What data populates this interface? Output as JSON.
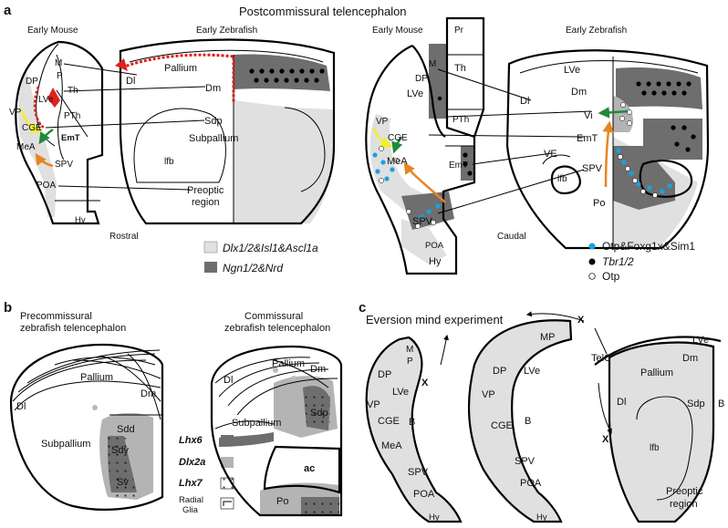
{
  "colors": {
    "light_gray": "#e0e0e0",
    "dark_gray": "#6e6e6e",
    "mid_gray": "#b4b4b4",
    "red": "#e0201b",
    "yellow": "#f2ef2a",
    "green": "#1e8a3a",
    "orange": "#e8851f",
    "blue": "#1aa0e0",
    "black": "#000000"
  },
  "panel_a": {
    "letter": "a",
    "title": "Postcommissural telencephalon",
    "rostral": {
      "mouse_title": "Early Mouse",
      "zebrafish_title": "Early Zebrafish",
      "mouse_labels": {
        "dp": "DP",
        "m": "M",
        "p": "P",
        "lve": "LVe",
        "th": "Th",
        "vp": "VP",
        "pth": "PTh",
        "cge": "CGE",
        "emt": "EmT",
        "mea": "MeA",
        "spv": "SPV",
        "poa": "POA",
        "hy": "Hy"
      },
      "zebrafish_labels": {
        "pallium": "Pallium",
        "dm": "Dm",
        "dl": "Dl",
        "sdp": "Sdp",
        "subpallium": "Subpallium",
        "lfb": "lfb",
        "preoptic_line1": "Preoptic",
        "preoptic_line2": "region"
      },
      "position": "Rostral"
    },
    "caudal": {
      "mouse_title": "Early Mouse",
      "zebrafish_title": "Early Zebrafish",
      "mouse_labels": {
        "pr": "Pr",
        "th": "Th",
        "m": "M",
        "dp": "DP",
        "lve": "LVe",
        "pth": "PTh",
        "vp": "VP",
        "cge": "CGE",
        "mea": "MeA",
        "emt": "EmT",
        "spv": "SPV",
        "poa": "POA",
        "hy": "Hy"
      },
      "zebrafish_labels": {
        "lve": "LVe",
        "dm": "Dm",
        "dl": "Dl",
        "vi": "Vi",
        "emt": "EmT",
        "ve": "VE",
        "lfb": "lfb",
        "spv": "SPV",
        "po": "Po"
      },
      "position": "Caudal"
    },
    "legend": {
      "genes_light": "Dlx1/2&Isl1&Ascl1a",
      "genes_dark": "Ngn1/2&Nrd",
      "dots_blue": "Otp&Foxg1x&Sim1",
      "dots_black": "Tbr1/2",
      "dots_white": "Otp"
    }
  },
  "panel_b": {
    "letter": "b",
    "precommissural_title_line1": "Precommissural",
    "precommissural_title_line2": "zebrafish telencephalon",
    "commissural_title_line1": "Commissural",
    "commissural_title_line2": "zebrafish telencephalon",
    "pre_labels": {
      "pallium": "Pallium",
      "dm": "Dm",
      "dl": "Dl",
      "subpallium": "Subpallium",
      "sdd": "Sdd",
      "sdv": "Sdv",
      "sv": "Sv"
    },
    "com_labels": {
      "dl": "Dl",
      "pallium": "Pallium",
      "dm": "Dm",
      "sdp": "Sdp",
      "subpallium": "Subpallium",
      "ac": "ac",
      "po": "Po"
    },
    "legend": {
      "lhx6": "Lhx6",
      "dlx2a": "Dlx2a",
      "lhx7": "Lhx7",
      "radial_line1": "Radial",
      "radial_line2": "Glia"
    }
  },
  "panel_c": {
    "letter": "c",
    "title": "Eversion mind experiment",
    "stage1": {
      "m": "M",
      "p": "P",
      "x": "X",
      "dp": "DP",
      "lve": "LVe",
      "vp": "VP",
      "b": "B",
      "cge": "CGE",
      "mea": "MeA",
      "spv": "SPV",
      "poa": "POA",
      "hy": "Hy"
    },
    "stage2": {
      "mp": "MP",
      "x": "X",
      "telch": "TelCh",
      "dp": "DP",
      "lve": "LVe",
      "vp": "VP",
      "b": "B",
      "cge": "CGE",
      "spv": "SPV",
      "poa": "POA",
      "hy": "Hy"
    },
    "stage3": {
      "lve": "LVe",
      "dm": "Dm",
      "pallium": "Pallium",
      "dl": "Dl",
      "sdp": "Sdp",
      "b": "B",
      "x": "X",
      "lfb": "lfb",
      "preoptic_line1": "Preoptic",
      "preoptic_line2": "region"
    }
  }
}
